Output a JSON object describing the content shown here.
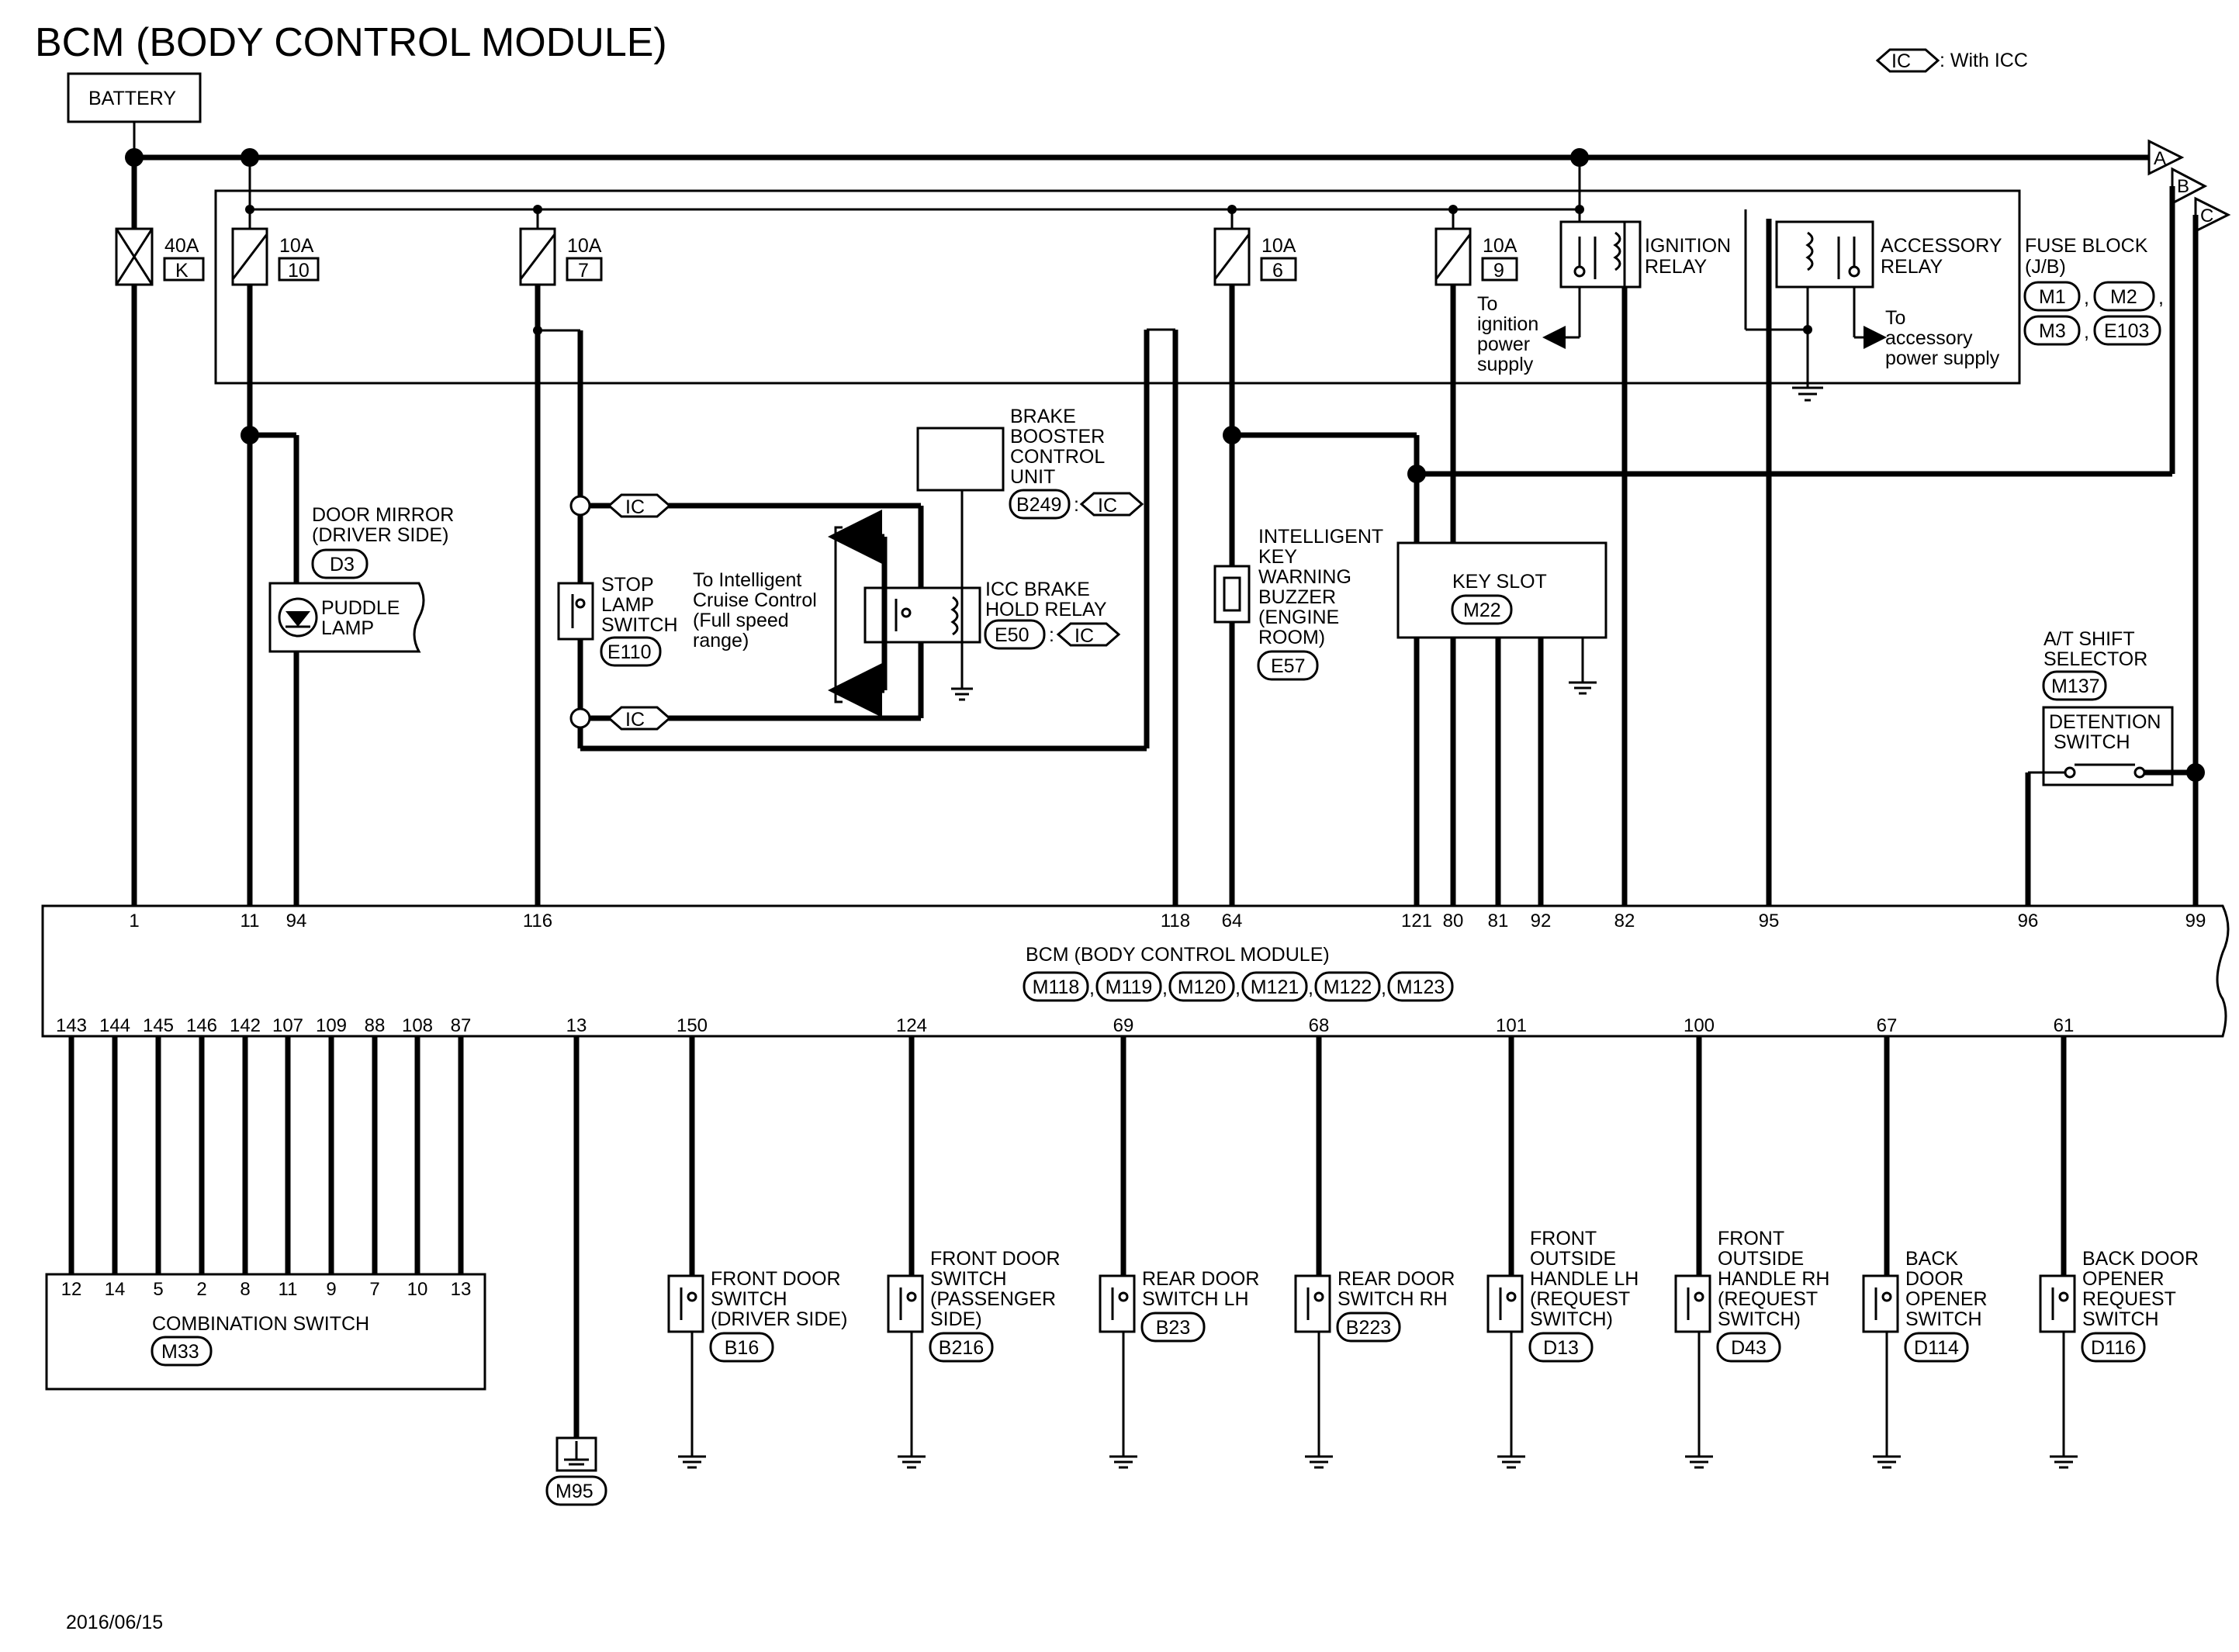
{
  "title": "BCM (BODY CONTROL MODULE)",
  "legend": {
    "tag": "IC",
    "text": ": With ICC"
  },
  "battery": "BATTERY",
  "connector_points": [
    "A",
    "B",
    "C"
  ],
  "fuses": [
    {
      "amp": "40A",
      "id": "K"
    },
    {
      "amp": "10A",
      "id": "10"
    },
    {
      "amp": "10A",
      "id": "7"
    },
    {
      "amp": "10A",
      "id": "6"
    },
    {
      "amp": "10A",
      "id": "9"
    }
  ],
  "fuse_block": {
    "label1": "FUSE BLOCK",
    "label2": "(J/B)",
    "connectors": [
      "M1",
      "M2",
      "M3",
      "E103"
    ]
  },
  "ignition_relay": {
    "line1": "IGNITION",
    "line2": "RELAY"
  },
  "accessory_relay": {
    "line1": "ACCESSORY",
    "line2": "RELAY"
  },
  "ign_note": [
    "To",
    "ignition",
    "power",
    "supply"
  ],
  "acc_note": [
    "To",
    "accessory",
    "power supply"
  ],
  "door_mirror": {
    "line1": "DOOR MIRROR",
    "line2": "(DRIVER SIDE)",
    "conn": "D3",
    "item1": "PUDDLE",
    "item2": "LAMP"
  },
  "brake_booster": {
    "lines": [
      "BRAKE",
      "BOOSTER",
      "CONTROL",
      "UNIT"
    ],
    "conn": "B249"
  },
  "stop_lamp": {
    "lines": [
      "STOP",
      "LAMP",
      "SWITCH"
    ],
    "conn": "E110"
  },
  "icc_note": [
    "To Intelligent",
    "Cruise Control",
    "(Full speed",
    " range)"
  ],
  "icc_relay": {
    "line1": "ICC BRAKE",
    "line2": "HOLD RELAY",
    "conn": "E50"
  },
  "buzzer": {
    "lines": [
      "INTELLIGENT",
      "KEY",
      "WARNING",
      "BUZZER",
      "(ENGINE",
      " ROOM)"
    ],
    "conn": "E57"
  },
  "key_slot": {
    "label": "KEY SLOT",
    "conn": "M22"
  },
  "at_shift": {
    "line1": "A/T SHIFT",
    "line2": "SELECTOR",
    "conn": "M137",
    "sw1": "DETENTION",
    "sw2": "SWITCH"
  },
  "bcm": {
    "label": "BCM (BODY CONTROL MODULE)",
    "connectors": [
      "M118",
      "M119",
      "M120",
      "M121",
      "M122",
      "M123"
    ],
    "top_pins": [
      "1",
      "11",
      "94",
      "116",
      "118",
      "64",
      "121",
      "80",
      "81",
      "92",
      "82",
      "95",
      "96",
      "99"
    ],
    "bottom_pins": [
      "143",
      "144",
      "145",
      "146",
      "142",
      "107",
      "109",
      "88",
      "108",
      "87",
      "13",
      "150",
      "124",
      "69",
      "68",
      "101",
      "100",
      "67",
      "61"
    ]
  },
  "combination_switch": {
    "label": "COMBINATION SWITCH",
    "conn": "M33",
    "pins": [
      "12",
      "14",
      "5",
      "2",
      "8",
      "11",
      "9",
      "7",
      "10",
      "13"
    ]
  },
  "ground_conn": "M95",
  "switches": [
    {
      "lines": [
        "FRONT DOOR",
        "SWITCH",
        "(DRIVER SIDE)"
      ],
      "conn": "B16"
    },
    {
      "lines": [
        "FRONT DOOR",
        "SWITCH",
        "(PASSENGER",
        " SIDE)"
      ],
      "conn": "B216"
    },
    {
      "lines": [
        "REAR DOOR",
        "SWITCH LH"
      ],
      "conn": "B23"
    },
    {
      "lines": [
        "REAR DOOR",
        "SWITCH RH"
      ],
      "conn": "B223"
    },
    {
      "lines": [
        "FRONT",
        "OUTSIDE",
        "HANDLE LH",
        "(REQUEST",
        " SWITCH)"
      ],
      "conn": "D13"
    },
    {
      "lines": [
        "FRONT",
        "OUTSIDE",
        "HANDLE RH",
        "(REQUEST",
        " SWITCH)"
      ],
      "conn": "D43"
    },
    {
      "lines": [
        "BACK",
        "DOOR",
        "OPENER",
        "SWITCH"
      ],
      "conn": "D114"
    },
    {
      "lines": [
        "BACK DOOR",
        "OPENER",
        "REQUEST",
        "SWITCH"
      ],
      "conn": "D116"
    }
  ],
  "date": "2016/06/15"
}
